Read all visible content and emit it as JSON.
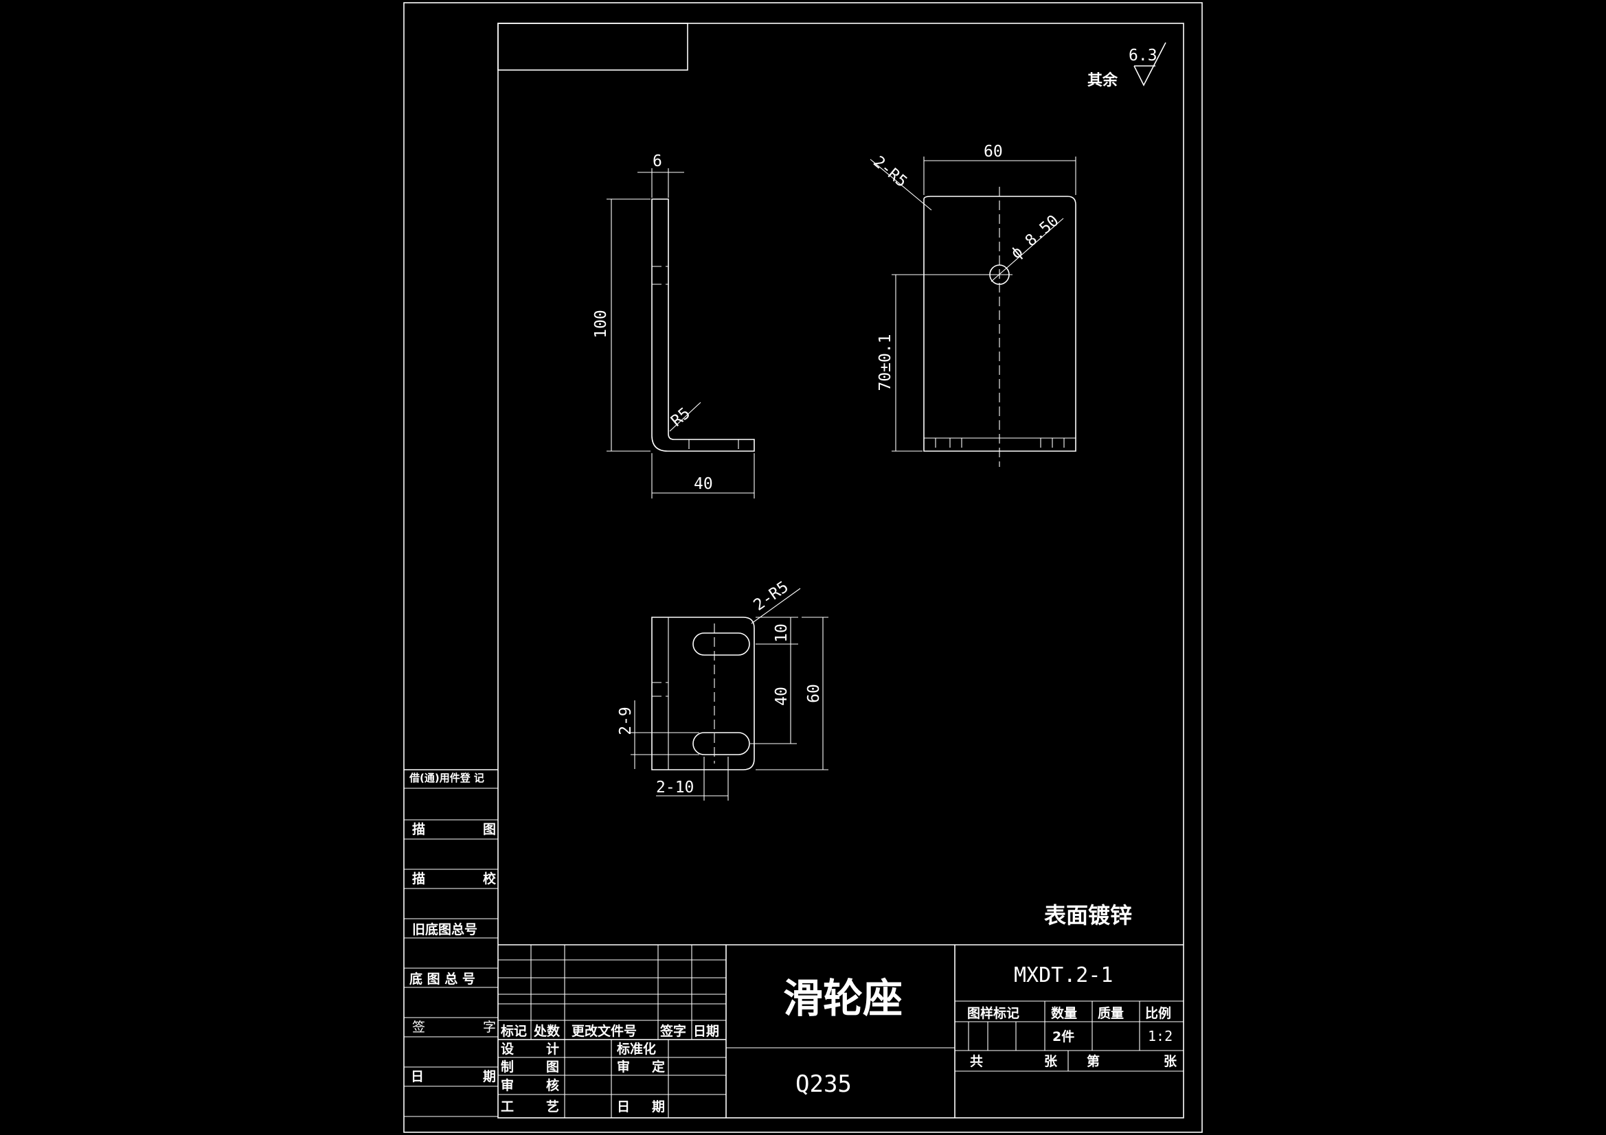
{
  "roughness": {
    "label": "其余",
    "value": "6.3"
  },
  "surface_note": "表面镀锌",
  "dimensions": {
    "side_thickness": "6",
    "side_height": "100",
    "side_bend_radius": "R5",
    "side_base_length": "40",
    "front_width": "60",
    "front_corner_radius": "2-R5",
    "front_hole": "ϕ 8.50",
    "front_hole_height": "70±0.1",
    "top_corner_radius": "2-R5",
    "top_slot_edge": "10",
    "top_slot_pitch": "40",
    "top_depth": "60",
    "top_slot_width": "2-9",
    "top_slot_length": "2-10"
  },
  "left_strip": {
    "items": [
      "借(通)用件登 记",
      "描 图",
      "描 校",
      "旧底图总号",
      "底 图 总 号",
      "签 字",
      "日 期"
    ]
  },
  "title_block": {
    "part_name": "滑轮座",
    "material": "Q235",
    "drawing_number": "MXDT.2-1",
    "rev_headers": [
      "标记",
      "处数",
      "更改文件号",
      "签字",
      "日期"
    ],
    "roles": {
      "design": "设 计",
      "draw": "制 图",
      "review": "审 核",
      "process": "工 艺",
      "standard": "标准化",
      "approve": "审 定",
      "date": "日 期"
    },
    "headers": {
      "mark": "图样标记",
      "qty": "数量",
      "mass": "质量",
      "scale": "比例"
    },
    "values": {
      "qty": "2件",
      "scale": "1:2"
    },
    "sheet": {
      "total": "共",
      "sheets": "张",
      "sheet_no": "第",
      "sheet_unit": "张"
    }
  }
}
